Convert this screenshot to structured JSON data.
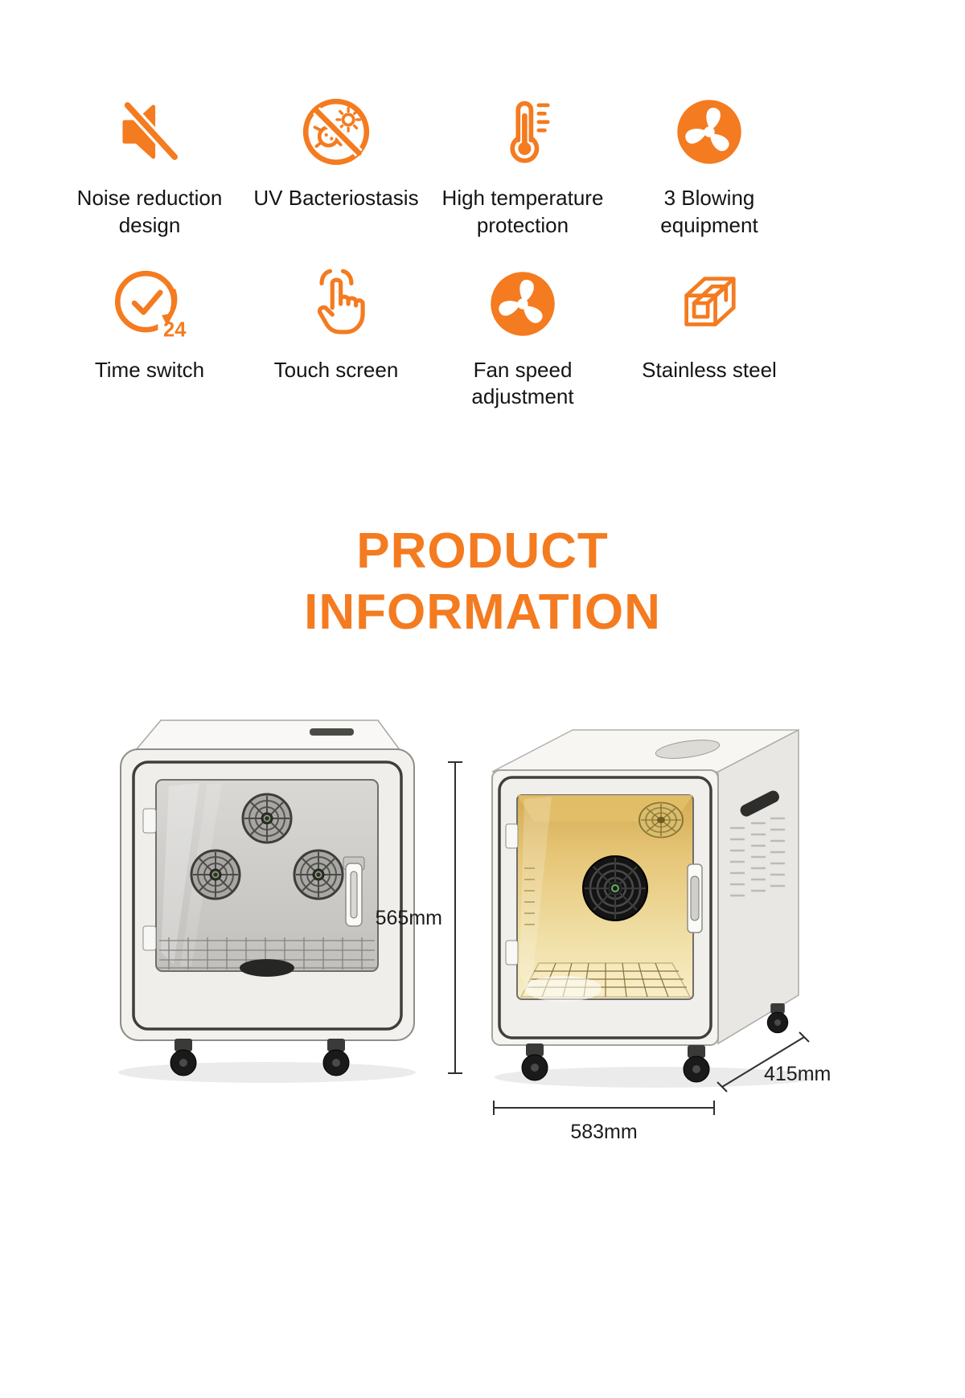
{
  "accent_color": "#F47B20",
  "features": [
    {
      "name": "noise-reduction-design",
      "icon": "muted-speaker-icon",
      "label": "Noise reduction design"
    },
    {
      "name": "uv-bacteriostasis",
      "icon": "uv-sterilization-icon",
      "label": "UV Bacteriostasis"
    },
    {
      "name": "high-temperature-protection",
      "icon": "thermometer-icon",
      "label": "High temperature protection"
    },
    {
      "name": "three-blowing-equipment",
      "icon": "fan-icon",
      "label": "3 Blowing equipment"
    },
    {
      "name": "time-switch",
      "icon": "clock-24h-icon",
      "label": "Time switch"
    },
    {
      "name": "touch-screen",
      "icon": "touch-hand-icon",
      "label": "Touch screen"
    },
    {
      "name": "fan-speed-adjustment",
      "icon": "fan-icon",
      "label": "Fan speed adjustment"
    },
    {
      "name": "stainless-steel",
      "icon": "steel-profile-icon",
      "label": "Stainless steel"
    }
  ],
  "section_title": {
    "line1": "PRODUCT",
    "line2": "INFORMATION"
  },
  "icon_text": {
    "timer_badge": "24"
  },
  "dimensions": {
    "height": "565mm",
    "width": "583mm",
    "depth": "415mm"
  }
}
